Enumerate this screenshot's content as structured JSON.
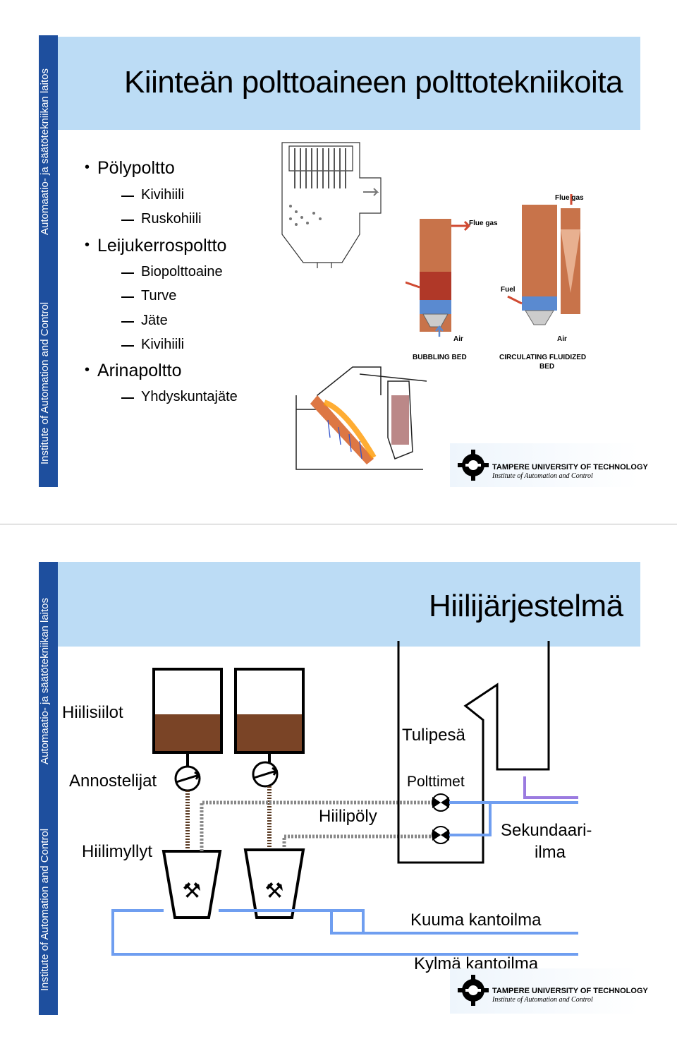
{
  "sidebar": {
    "finnish": "Automaatio- ja säätötekniikan laitos",
    "english": "Institute of Automation and Control"
  },
  "slide1": {
    "title": "Kiinteän polttoaineen polttotekniikoita",
    "bullets": [
      {
        "label": "Pölypoltto",
        "subitems": [
          "Kivihiili",
          "Ruskohiili"
        ]
      },
      {
        "label": "Leijukerrospoltto",
        "subitems": [
          "Biopolttoaine",
          "Turve",
          "Jäte",
          "Kivihiili"
        ]
      },
      {
        "label": "Arinapoltto",
        "subitems": [
          "Yhdyskuntajäte"
        ]
      }
    ],
    "fluidized_bed": {
      "flue_gas_1": "Flue gas",
      "flue_gas_2": "Flue gas",
      "fuel": "Fuel",
      "air_1": "Air",
      "air_2": "Air",
      "bubbling_bed": "BUBBLING BED",
      "circulating_line1": "CIRCULATING FLUIDIZED",
      "circulating_line2": "BED"
    }
  },
  "slide2": {
    "title": "Hiilijärjestelmä",
    "labels": {
      "silos": "Hiilisiilot",
      "feeders": "Annostelijat",
      "mills": "Hiilimyllyt",
      "coal_dust": "Hiilipöly",
      "furnace": "Tulipesä",
      "burners": "Polttimet",
      "secondary_air_1": "Sekundaari-",
      "secondary_air_2": "ilma",
      "hot_carrier": "Kuuma kantoilma",
      "cold_carrier": "Kylmä kantoilma"
    }
  },
  "footer": {
    "university": "TAMPERE UNIVERSITY OF TECHNOLOGY",
    "institute": "Institute of Automation and Control"
  },
  "colors": {
    "sidebar": "#1e4f9e",
    "title_bar": "#bcdcf5",
    "pipe_blue": "#6f9ef0",
    "coal_brown": "#7a4426",
    "secondary_air_purple": "#9b7be0",
    "bed_red": "#c0402a"
  }
}
